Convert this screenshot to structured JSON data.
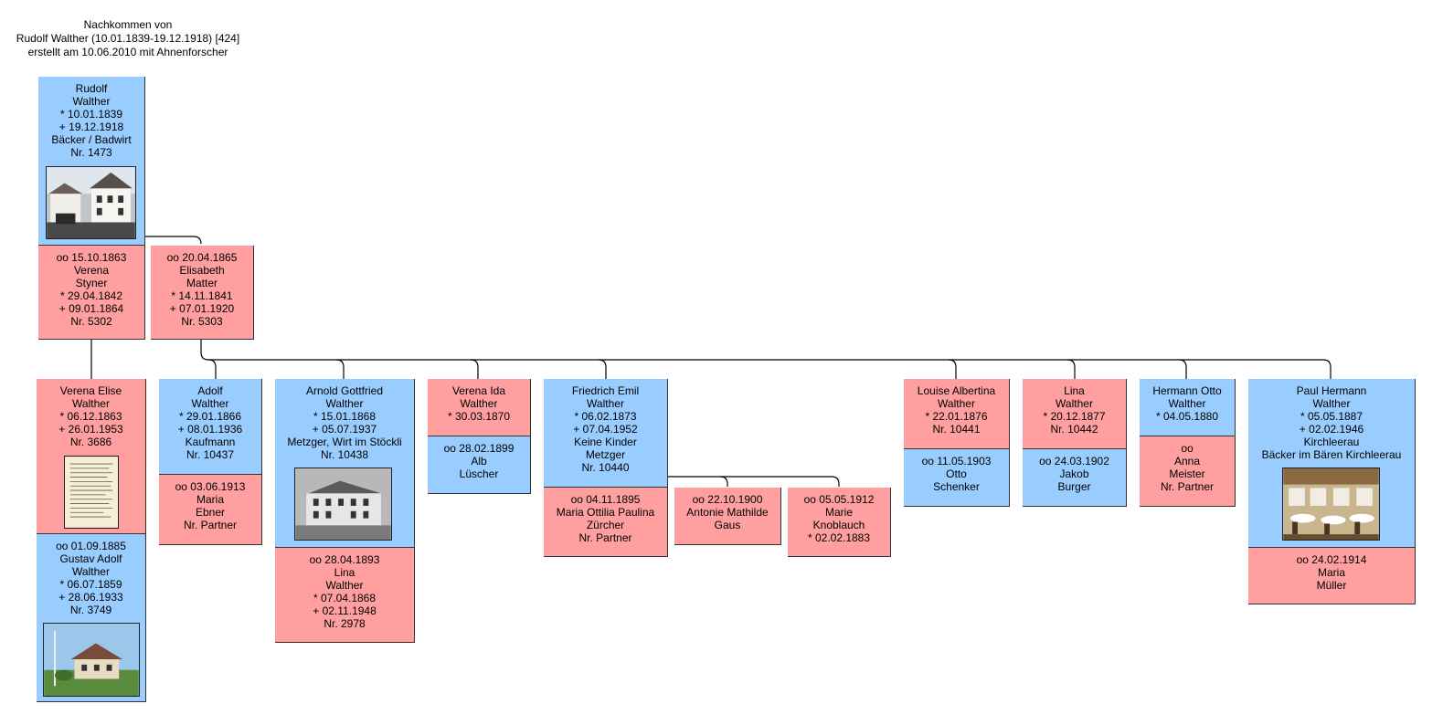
{
  "header": {
    "line1": "Nachkommen von",
    "line2": "Rudolf Walther (10.01.1839-19.12.1918) [424]",
    "line3": "erstellt am 10.06.2010 mit Ahnenforscher"
  },
  "persons": {
    "rudolf": [
      "Rudolf",
      "Walther",
      "* 10.01.1839",
      "+ 19.12.1918",
      "Bäcker / Badwirt",
      "Nr. 1473"
    ],
    "verena_styner": [
      "oo 15.10.1863",
      "Verena",
      "Styner",
      "* 29.04.1842",
      "+ 09.01.1864",
      "Nr. 5302"
    ],
    "elisabeth_matter": [
      "oo 20.04.1865",
      "Elisabeth",
      "Matter",
      "* 14.11.1841",
      "+ 07.01.1920",
      "Nr. 5303"
    ],
    "verena_elise": [
      "Verena Elise",
      "Walther",
      "* 06.12.1863",
      "+ 26.01.1953",
      "Nr. 3686"
    ],
    "gustav_adolf": [
      "oo 01.09.1885",
      "Gustav Adolf",
      "Walther",
      "* 06.07.1859",
      "+ 28.06.1933",
      "Nr. 3749"
    ],
    "adolf": [
      "Adolf",
      "Walther",
      "* 29.01.1866",
      "+ 08.01.1936",
      "Kaufmann",
      "Nr. 10437"
    ],
    "maria_ebner": [
      "oo 03.06.1913",
      "Maria",
      "Ebner",
      "Nr. Partner"
    ],
    "arnold": [
      "Arnold Gottfried",
      "Walther",
      "* 15.01.1868",
      "+ 05.07.1937",
      "Metzger, Wirt im Stöckli",
      "Nr. 10438"
    ],
    "lina_walther_partner": [
      "oo 28.04.1893",
      "Lina",
      "Walther",
      "* 07.04.1868",
      "+ 02.11.1948",
      "Nr. 2978"
    ],
    "verena_ida": [
      "Verena Ida",
      "Walther",
      "* 30.03.1870"
    ],
    "alb_luescher": [
      "oo 28.02.1899",
      "Alb",
      "Lüscher"
    ],
    "friedrich_emil": [
      "Friedrich Emil",
      "Walther",
      "* 06.02.1873",
      "+ 07.04.1952",
      "Keine Kinder",
      "Metzger",
      "Nr. 10440"
    ],
    "maria_zuercher": [
      "oo 04.11.1895",
      "Maria Ottilia Paulina",
      "Zürcher",
      "Nr. Partner"
    ],
    "antonie_gaus": [
      "oo 22.10.1900",
      "Antonie Mathilde",
      "Gaus"
    ],
    "marie_knoblauch": [
      "oo 05.05.1912",
      "Marie",
      "Knoblauch",
      "* 02.02.1883"
    ],
    "louise": [
      "Louise Albertina",
      "Walther",
      "* 22.01.1876",
      "Nr. 10441"
    ],
    "otto_schenker": [
      "oo 11.05.1903",
      "Otto",
      "Schenker"
    ],
    "lina": [
      "Lina",
      "Walther",
      "* 20.12.1877",
      "Nr. 10442"
    ],
    "jakob_burger": [
      "oo 24.03.1902",
      "Jakob",
      "Burger"
    ],
    "hermann_otto": [
      "Hermann Otto",
      "Walther",
      "* 04.05.1880"
    ],
    "anna_meister": [
      "oo",
      "Anna",
      "Meister",
      "Nr. Partner"
    ],
    "paul_hermann": [
      "Paul Hermann",
      "Walther",
      "* 05.05.1887",
      "+ 02.02.1946",
      "Kirchleerau",
      "Bäcker im Bären Kirchleerau"
    ],
    "maria_mueller": [
      "oo 24.02.1914",
      "Maria",
      "Müller"
    ]
  },
  "colors": {
    "male": "#99ccff",
    "female": "#ff9f9f"
  }
}
